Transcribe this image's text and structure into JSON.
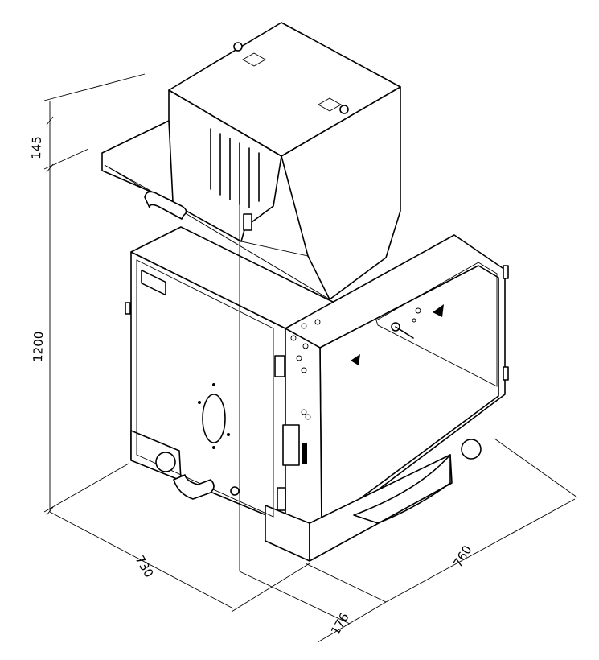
{
  "dimensions": {
    "top_height": "145",
    "total_height": "1200",
    "width": "730",
    "depth": "760",
    "offset": "176"
  },
  "colors": {
    "line": "#000000",
    "background": "#ffffff"
  },
  "icons": [
    "warning-triangle-icon",
    "handle-icon",
    "hinge-icon"
  ]
}
